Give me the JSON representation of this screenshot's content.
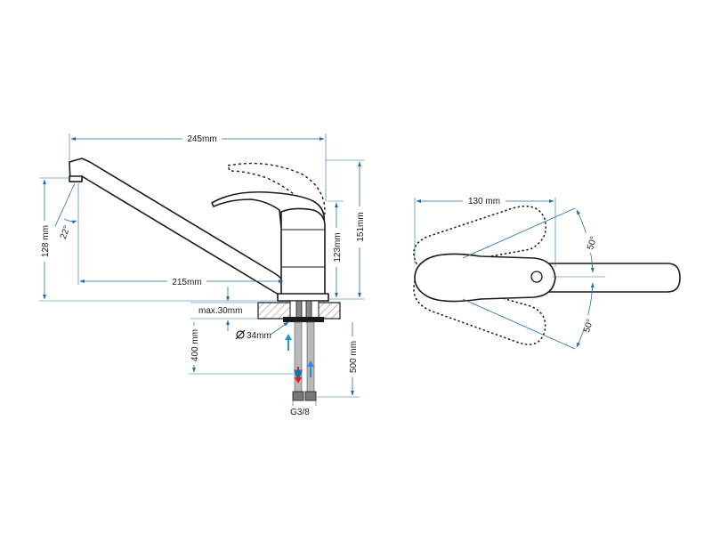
{
  "dimensions": {
    "overall_length": "245mm",
    "spout_reach": "215mm",
    "spout_height": "128 mm",
    "spout_angle": "22°",
    "body_height": "123mm",
    "total_height": "151mm",
    "deck_thickness": "max.30mm",
    "hole_diameter": "34mm",
    "hose_length_400": "400 mm",
    "hose_length_500": "500 mm",
    "thread": "G3/8",
    "top_view_width": "130 mm",
    "rotation_angle_upper": "50°",
    "rotation_angle_lower": "50°"
  },
  "colors": {
    "dimension_line": "#1d6fa5",
    "outline": "#1a1a1a",
    "hot": "#e02020",
    "cold": "#2a8fd8"
  },
  "icons": {
    "diameter": "diameter-symbol-icon"
  }
}
